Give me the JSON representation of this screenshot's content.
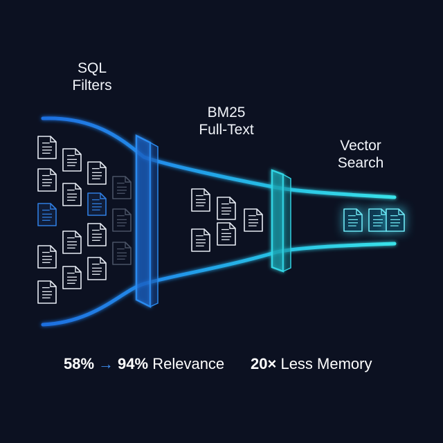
{
  "stages": [
    {
      "line1": "SQL",
      "line2": "Filters"
    },
    {
      "line1": "BM25",
      "line2": "Full-Text"
    },
    {
      "line1": "Vector",
      "line2": "Search"
    }
  ],
  "stats": {
    "relevance_from": "58%",
    "arrow": "→",
    "relevance_to": "94%",
    "relevance_label": "Relevance",
    "memory_factor": "20×",
    "memory_label": "Less Memory"
  },
  "colors": {
    "background": "#0c1121",
    "funnel_blue": "#1f7ae6",
    "funnel_cyan": "#2fd0e0",
    "document_white": "#e8edf5",
    "document_faded": "#4a5366",
    "document_selected_blue": "#2f7de0",
    "document_result_cyan": "#6fe8f5"
  },
  "icons": {
    "document": "document-icon",
    "filter_gate": "filter-plate-icon"
  }
}
